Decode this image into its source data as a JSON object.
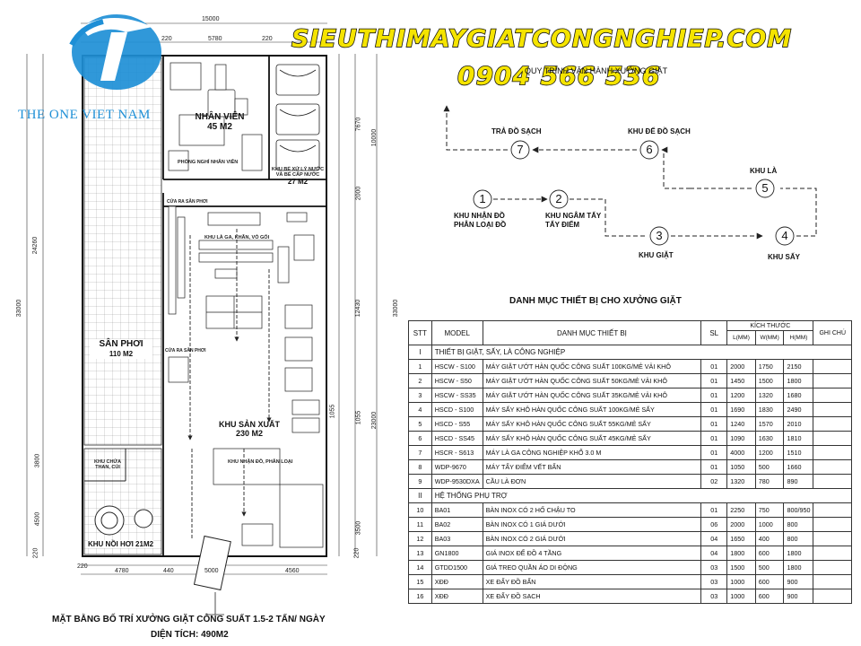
{
  "brand": {
    "logo_text": "THE ONE VIET NAM",
    "website": "SIEUTHIMAYGIATCONGNGHIEP.COM",
    "phone": "0904 566 536"
  },
  "floor_plan": {
    "title": "MẶT BẰNG BỐ TRÍ XƯỞNG GIẶT CÔNG SUẤT 1.5-2 TẤN/ NGÀY",
    "area": "DIỆN TÍCH: 490M2",
    "dim_top": [
      "15000",
      "220",
      "5780",
      "220"
    ],
    "dim_bottom": [
      "220",
      "4780",
      "440",
      "5000",
      "4560"
    ],
    "dim_left": [
      "24260",
      "33000",
      "3800",
      "4500",
      "220"
    ],
    "dim_right": [
      "7670",
      "2000",
      "12430",
      "1055",
      "23000",
      "10000",
      "33000",
      "1055",
      "3500",
      "220"
    ],
    "rooms": {
      "staff": "NHÂN VIÊN",
      "staff_area": "45 M2",
      "staff_rest": "PHÒNG NGHỈ NHÂN VIÊN",
      "water_label": "KHU BỂ XỬ LÝ NƯỚC VÀ BỂ CẤP NƯỚC",
      "water_area": "27 M2",
      "drying_yard": "SÂN PHƠI",
      "drying_yard_area": "110 M2",
      "production": "KHU SẢN XUẤT",
      "production_area": "230 M2",
      "receiving": "KHU NHẬN ĐỒ, PHÂN LOẠI",
      "ironing": "KHU LÀ GA, KHĂN, VỎ GỐI",
      "boiler": "KHU NỒI HƠI 21M2",
      "fuel": "KHU CHỨA THAN, CỦI",
      "door_yard": "CỬA RA SÂN PHƠI",
      "door_entry": "CỬA RA SÂN PHƠI"
    }
  },
  "process": {
    "title": "QUY TRÌNH VẬN HÀNH XƯỞNG GIẶT",
    "steps": [
      {
        "num": "1",
        "label1": "KHU NHẬN ĐỒ",
        "label2": "PHÂN LOẠI ĐỒ"
      },
      {
        "num": "2",
        "label1": "KHU NGÂM TẨY",
        "label2": "TẨY ĐIỂM"
      },
      {
        "num": "3",
        "label1": "KHU GIẶT",
        "label2": ""
      },
      {
        "num": "4",
        "label1": "KHU SẤY",
        "label2": ""
      },
      {
        "num": "5",
        "label1": "KHU LÀ",
        "label2": ""
      },
      {
        "num": "6",
        "label1": "KHU ĐỂ ĐỒ SẠCH",
        "label2": ""
      },
      {
        "num": "7",
        "label1": "TRẢ ĐỒ SẠCH",
        "label2": ""
      }
    ]
  },
  "equipment": {
    "title": "DANH MỤC THIẾT BỊ CHO XƯỞNG GIẶT",
    "headers": {
      "stt": "STT",
      "model": "MODEL",
      "name": "DANH MỤC THIẾT BỊ",
      "qty": "SL",
      "size": "KÍCH THƯỚC",
      "l": "L(MM)",
      "w": "W(MM)",
      "h": "H(MM)",
      "note": "GHI CHÚ"
    },
    "sections": [
      {
        "num": "I",
        "title": "THIẾT BỊ GIẶT, SẤY, LÀ CÔNG NGHIỆP",
        "rows": [
          {
            "stt": "1",
            "model": "HSCW - S100",
            "name": "MÁY GIẶT ƯỚT HÀN QUỐC CÔNG SUẤT 100KG/MẺ VẢI KHÔ",
            "qty": "01",
            "l": "2000",
            "w": "1750",
            "h": "2150"
          },
          {
            "stt": "2",
            "model": "HSCW - S50",
            "name": "MÁY GIẶT ƯỚT HÀN QUỐC CÔNG SUẤT 50KG/MẺ VẢI KHÔ",
            "qty": "01",
            "l": "1450",
            "w": "1500",
            "h": "1800"
          },
          {
            "stt": "3",
            "model": "HSCW - SS35",
            "name": "MÁY GIẶT ƯỚT HÀN QUỐC CÔNG SUẤT 35KG/MẺ VẢI KHÔ",
            "qty": "01",
            "l": "1200",
            "w": "1320",
            "h": "1680"
          },
          {
            "stt": "4",
            "model": "HSCD - S100",
            "name": "MÁY SẤY KHÔ HÀN QUỐC CÔNG SUẤT 100KG/MẺ SẤY",
            "qty": "01",
            "l": "1690",
            "w": "1830",
            "h": "2490"
          },
          {
            "stt": "5",
            "model": "HSCD - S55",
            "name": "MÁY SẤY KHÔ HÀN QUỐC CÔNG SUẤT 55KG/MẺ SẤY",
            "qty": "01",
            "l": "1240",
            "w": "1570",
            "h": "2010"
          },
          {
            "stt": "6",
            "model": "HSCD - SS45",
            "name": "MÁY SẤY KHÔ HÀN QUỐC CÔNG SUẤT 45KG/MẺ SẤY",
            "qty": "01",
            "l": "1090",
            "w": "1630",
            "h": "1810"
          },
          {
            "stt": "7",
            "model": "HSCR - S613",
            "name": "MÁY LÀ GA CÔNG NGHIỆP KHỔ 3.0 M",
            "qty": "01",
            "l": "4000",
            "w": "1200",
            "h": "1510"
          },
          {
            "stt": "8",
            "model": "WDP-9670",
            "name": "MÁY TẨY ĐIỂM VẾT BẨN",
            "qty": "01",
            "l": "1050",
            "w": "500",
            "h": "1660"
          },
          {
            "stt": "9",
            "model": "WDP-9530DXA",
            "name": "CẦU LÀ ĐƠN",
            "qty": "02",
            "l": "1320",
            "w": "780",
            "h": "890"
          }
        ]
      },
      {
        "num": "II",
        "title": "HỆ THỐNG PHỤ TRỢ",
        "rows": [
          {
            "stt": "10",
            "model": "BA01",
            "name": "BÀN INOX CÓ 2 HỐ CHẬU TO",
            "qty": "01",
            "l": "2250",
            "w": "750",
            "h": "800/950"
          },
          {
            "stt": "11",
            "model": "BA02",
            "name": "BÀN INOX CÓ 1 GIÁ DƯỚI",
            "qty": "06",
            "l": "2000",
            "w": "1000",
            "h": "800"
          },
          {
            "stt": "12",
            "model": "BA03",
            "name": "BÀN INOX CÓ 2 GIÁ DƯỚI",
            "qty": "04",
            "l": "1650",
            "w": "400",
            "h": "800"
          },
          {
            "stt": "13",
            "model": "GN1800",
            "name": "GIÁ INOX ĐỂ ĐỒ 4 TẦNG",
            "qty": "04",
            "l": "1800",
            "w": "600",
            "h": "1800"
          },
          {
            "stt": "14",
            "model": "GTDD1500",
            "name": "GIÁ TREO QUẦN ÁO DI ĐỘNG",
            "qty": "03",
            "l": "1500",
            "w": "500",
            "h": "1800"
          },
          {
            "stt": "15",
            "model": "XĐĐ",
            "name": "XE ĐẨY ĐỒ BẨN",
            "qty": "03",
            "l": "1000",
            "w": "600",
            "h": "900"
          },
          {
            "stt": "16",
            "model": "XĐĐ",
            "name": "XE ĐẨY ĐỒ SẠCH",
            "qty": "03",
            "l": "1000",
            "w": "600",
            "h": "900"
          }
        ]
      }
    ]
  },
  "colors": {
    "logo_blue": "#1e8fd6",
    "brand_yellow": "#f5e400",
    "line": "#222222"
  }
}
